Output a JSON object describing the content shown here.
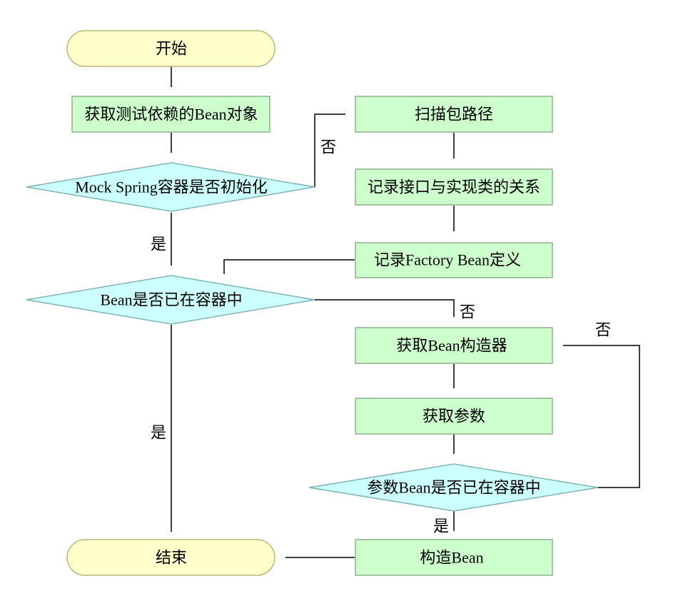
{
  "flowchart": {
    "start": "开始",
    "get_test_beans": "获取测试依赖的Bean对象",
    "check_mock_init": "Mock Spring容器是否初始化",
    "scan_package": "扫描包路径",
    "record_interface_impl": "记录接口与实现类的关系",
    "record_factory_bean": "记录Factory Bean定义",
    "check_bean_in_container": "Bean是否已在容器中",
    "get_bean_constructor": "获取Bean构造器",
    "get_params": "获取参数",
    "check_param_bean_in_container": "参数Bean是否已在容器中",
    "construct_bean": "构造Bean",
    "end": "结束"
  },
  "edge_labels": {
    "mock_init_no": "否",
    "mock_init_yes": "是",
    "bean_in_container_no": "否",
    "bean_in_container_yes": "是",
    "param_bean_no": "否",
    "param_bean_yes": "是"
  },
  "colors": {
    "terminal_fill": "#ffffcc",
    "terminal_stroke": "#b8b87a",
    "process_fill": "#ccffcc",
    "process_stroke": "#8fb08f",
    "decision_fill": "#ccffff",
    "decision_stroke": "#7fb3b3",
    "line": "#000000"
  }
}
